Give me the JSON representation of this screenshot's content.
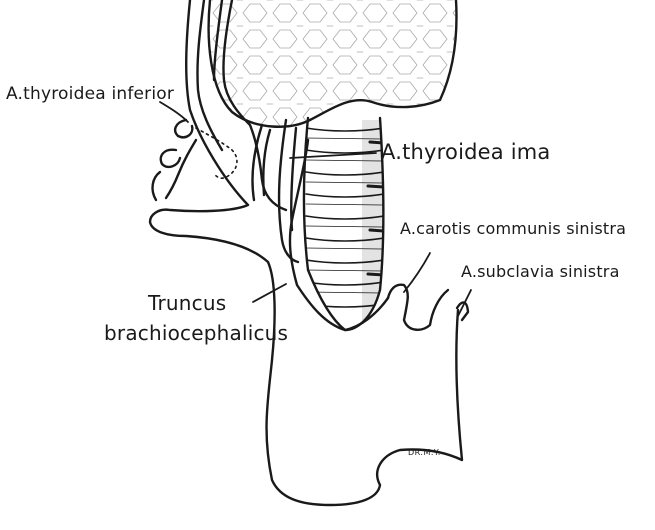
{
  "labels": {
    "thyroidea_inferior": "A.thyroidea inferior",
    "thyroidea_ima": "A.thyroidea ima",
    "carotis": "A.carotis communis sinistra",
    "subclavia": "A.subclavia sinistra",
    "truncus_line1": "Truncus",
    "truncus_line2": "brachiocephalicus"
  },
  "signature": "DR.M.Y.",
  "colors": {
    "ink": "#1a1a1a",
    "background": "#ffffff"
  }
}
